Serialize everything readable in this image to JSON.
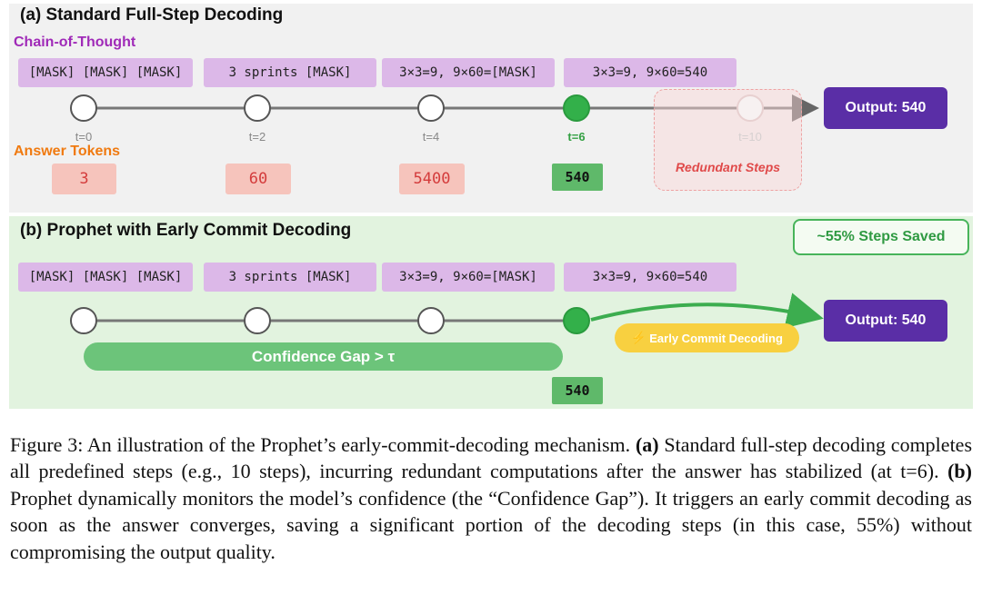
{
  "panel_a": {
    "title": "(a) Standard Full-Step Decoding",
    "cot_label": "Chain-of-Thought",
    "answer_label": "Answer Tokens",
    "cot_boxes": [
      "[MASK] [MASK] [MASK]",
      "3 sprints [MASK]",
      "3×3=9, 9×60=[MASK]",
      "3×3=9, 9×60=540"
    ],
    "ticks": [
      "t=0",
      "t=2",
      "t=4",
      "t=6",
      "t=10"
    ],
    "answers": [
      "3",
      "60",
      "5400",
      "540"
    ],
    "redundant_label": "Redundant Steps",
    "output": "Output: 540"
  },
  "panel_b": {
    "title": "(b) Prophet with Early Commit Decoding",
    "saved_badge": "~55% Steps Saved",
    "cot_boxes": [
      "[MASK] [MASK] [MASK]",
      "3 sprints [MASK]",
      "3×3=9, 9×60=[MASK]",
      "3×3=9, 9×60=540"
    ],
    "confidence_label": "Confidence Gap > τ",
    "early_commit_label": "Early Commit Decoding",
    "early_commit_icon": "lightning-icon",
    "final_answer": "540",
    "output": "Output: 540"
  },
  "colors": {
    "purple_label": "#a02ab8",
    "orange_label": "#f07a10",
    "output_box": "#5a2ea6",
    "active_node": "#33b04a",
    "cot_box": "#dcb8e8"
  },
  "caption": {
    "fig": "Figure 3:",
    "intro": "An illustration of the Prophet’s early-commit-decoding mechanism.",
    "a_tag": "(a)",
    "a_text": "Standard full-step decoding completes all predefined steps (e.g., 10 steps), incurring redundant computations after the answer has stabilized (at t=6).",
    "b_tag": "(b)",
    "b_text": "Prophet dynamically monitors the model’s confidence (the “Confidence Gap”). It triggers an early commit decoding as soon as the answer converges, saving a significant portion of the decoding steps (in this case, 55%) without compromising the output quality."
  }
}
